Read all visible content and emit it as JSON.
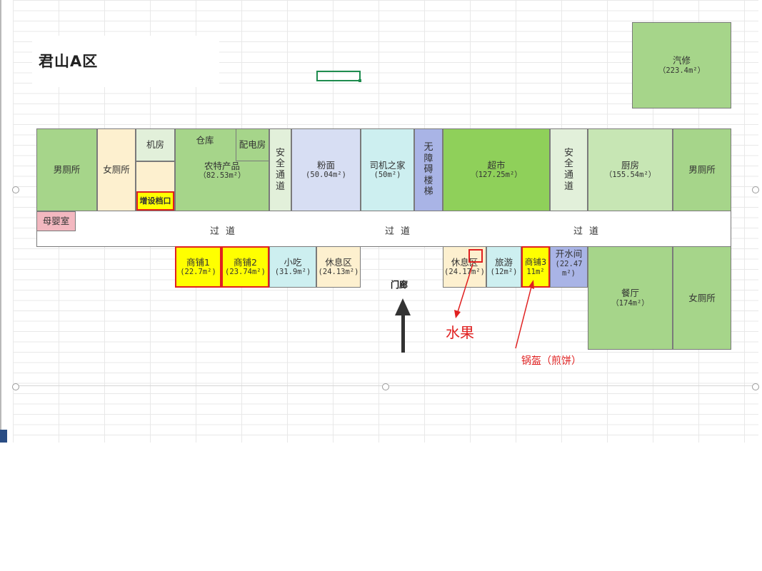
{
  "title": "君山A区",
  "colors": {
    "green_dark": "#a6d58a",
    "green_bright": "#8fd05a",
    "green_light": "#c7e6b4",
    "green_pale": "#e2f0da",
    "beige": "#fdf0cf",
    "lavender": "#d7def3",
    "cyan": "#cdeff0",
    "blue_purple": "#a9b4e6",
    "yellow": "#ffff00",
    "pink": "#f3b8c0",
    "red": "#e02020"
  },
  "rooms": {
    "auto_repair": {
      "label": "汽修",
      "area": "（223.4m²）"
    },
    "mens_toilet_left": {
      "label": "男厕所"
    },
    "womens_toilet_left": {
      "label": "女厕所"
    },
    "machine_room": {
      "label": "机房"
    },
    "reserved_window": {
      "label": "增设档口"
    },
    "warehouse": {
      "label": "仓库"
    },
    "power_room": {
      "label": "配电房"
    },
    "farm_products": {
      "label": "农特产品",
      "area": "（82.53m²）"
    },
    "safety_exit_left": {
      "label": "安全通道"
    },
    "noodles": {
      "label": "粉面",
      "area": "(50.04m²)"
    },
    "driver_home": {
      "label": "司机之家",
      "area": "(50m²)"
    },
    "accessible_stairs": {
      "label": "无障碍楼梯"
    },
    "supermarket": {
      "label": "超市",
      "area": "（127.25m²）"
    },
    "safety_exit_right": {
      "label": "安全通道"
    },
    "kitchen": {
      "label": "厨房",
      "area": "（155.54m²）"
    },
    "mens_toilet_right": {
      "label": "男厕所"
    },
    "mother_baby_room": {
      "label": "母婴室"
    },
    "shop1": {
      "label": "商铺1",
      "area": "(22.7m²)"
    },
    "shop2": {
      "label": "商铺2",
      "area": "(23.74m²)"
    },
    "snacks": {
      "label": "小吃",
      "area": "(31.9m²)"
    },
    "rest_area_left": {
      "label": "休息区",
      "area": "(24.13m²)"
    },
    "rest_area_right": {
      "label": "休息区",
      "area": "(24.17m²)"
    },
    "tourism": {
      "label": "旅游",
      "area": "(12m²)"
    },
    "shop3": {
      "label": "商铺3",
      "area": "11m²"
    },
    "water_room": {
      "label": "开水间",
      "area": "(22.47m²)"
    },
    "restaurant": {
      "label": "餐厅",
      "area": "（174m²）"
    },
    "womens_toilet_right": {
      "label": "女厕所"
    }
  },
  "corridor": {
    "labels": [
      "过道",
      "过道",
      "过道"
    ]
  },
  "entrance": {
    "label": "门廊"
  },
  "annotations": {
    "fruit": "水果",
    "pot_cake": "锅盔（煎饼）"
  }
}
